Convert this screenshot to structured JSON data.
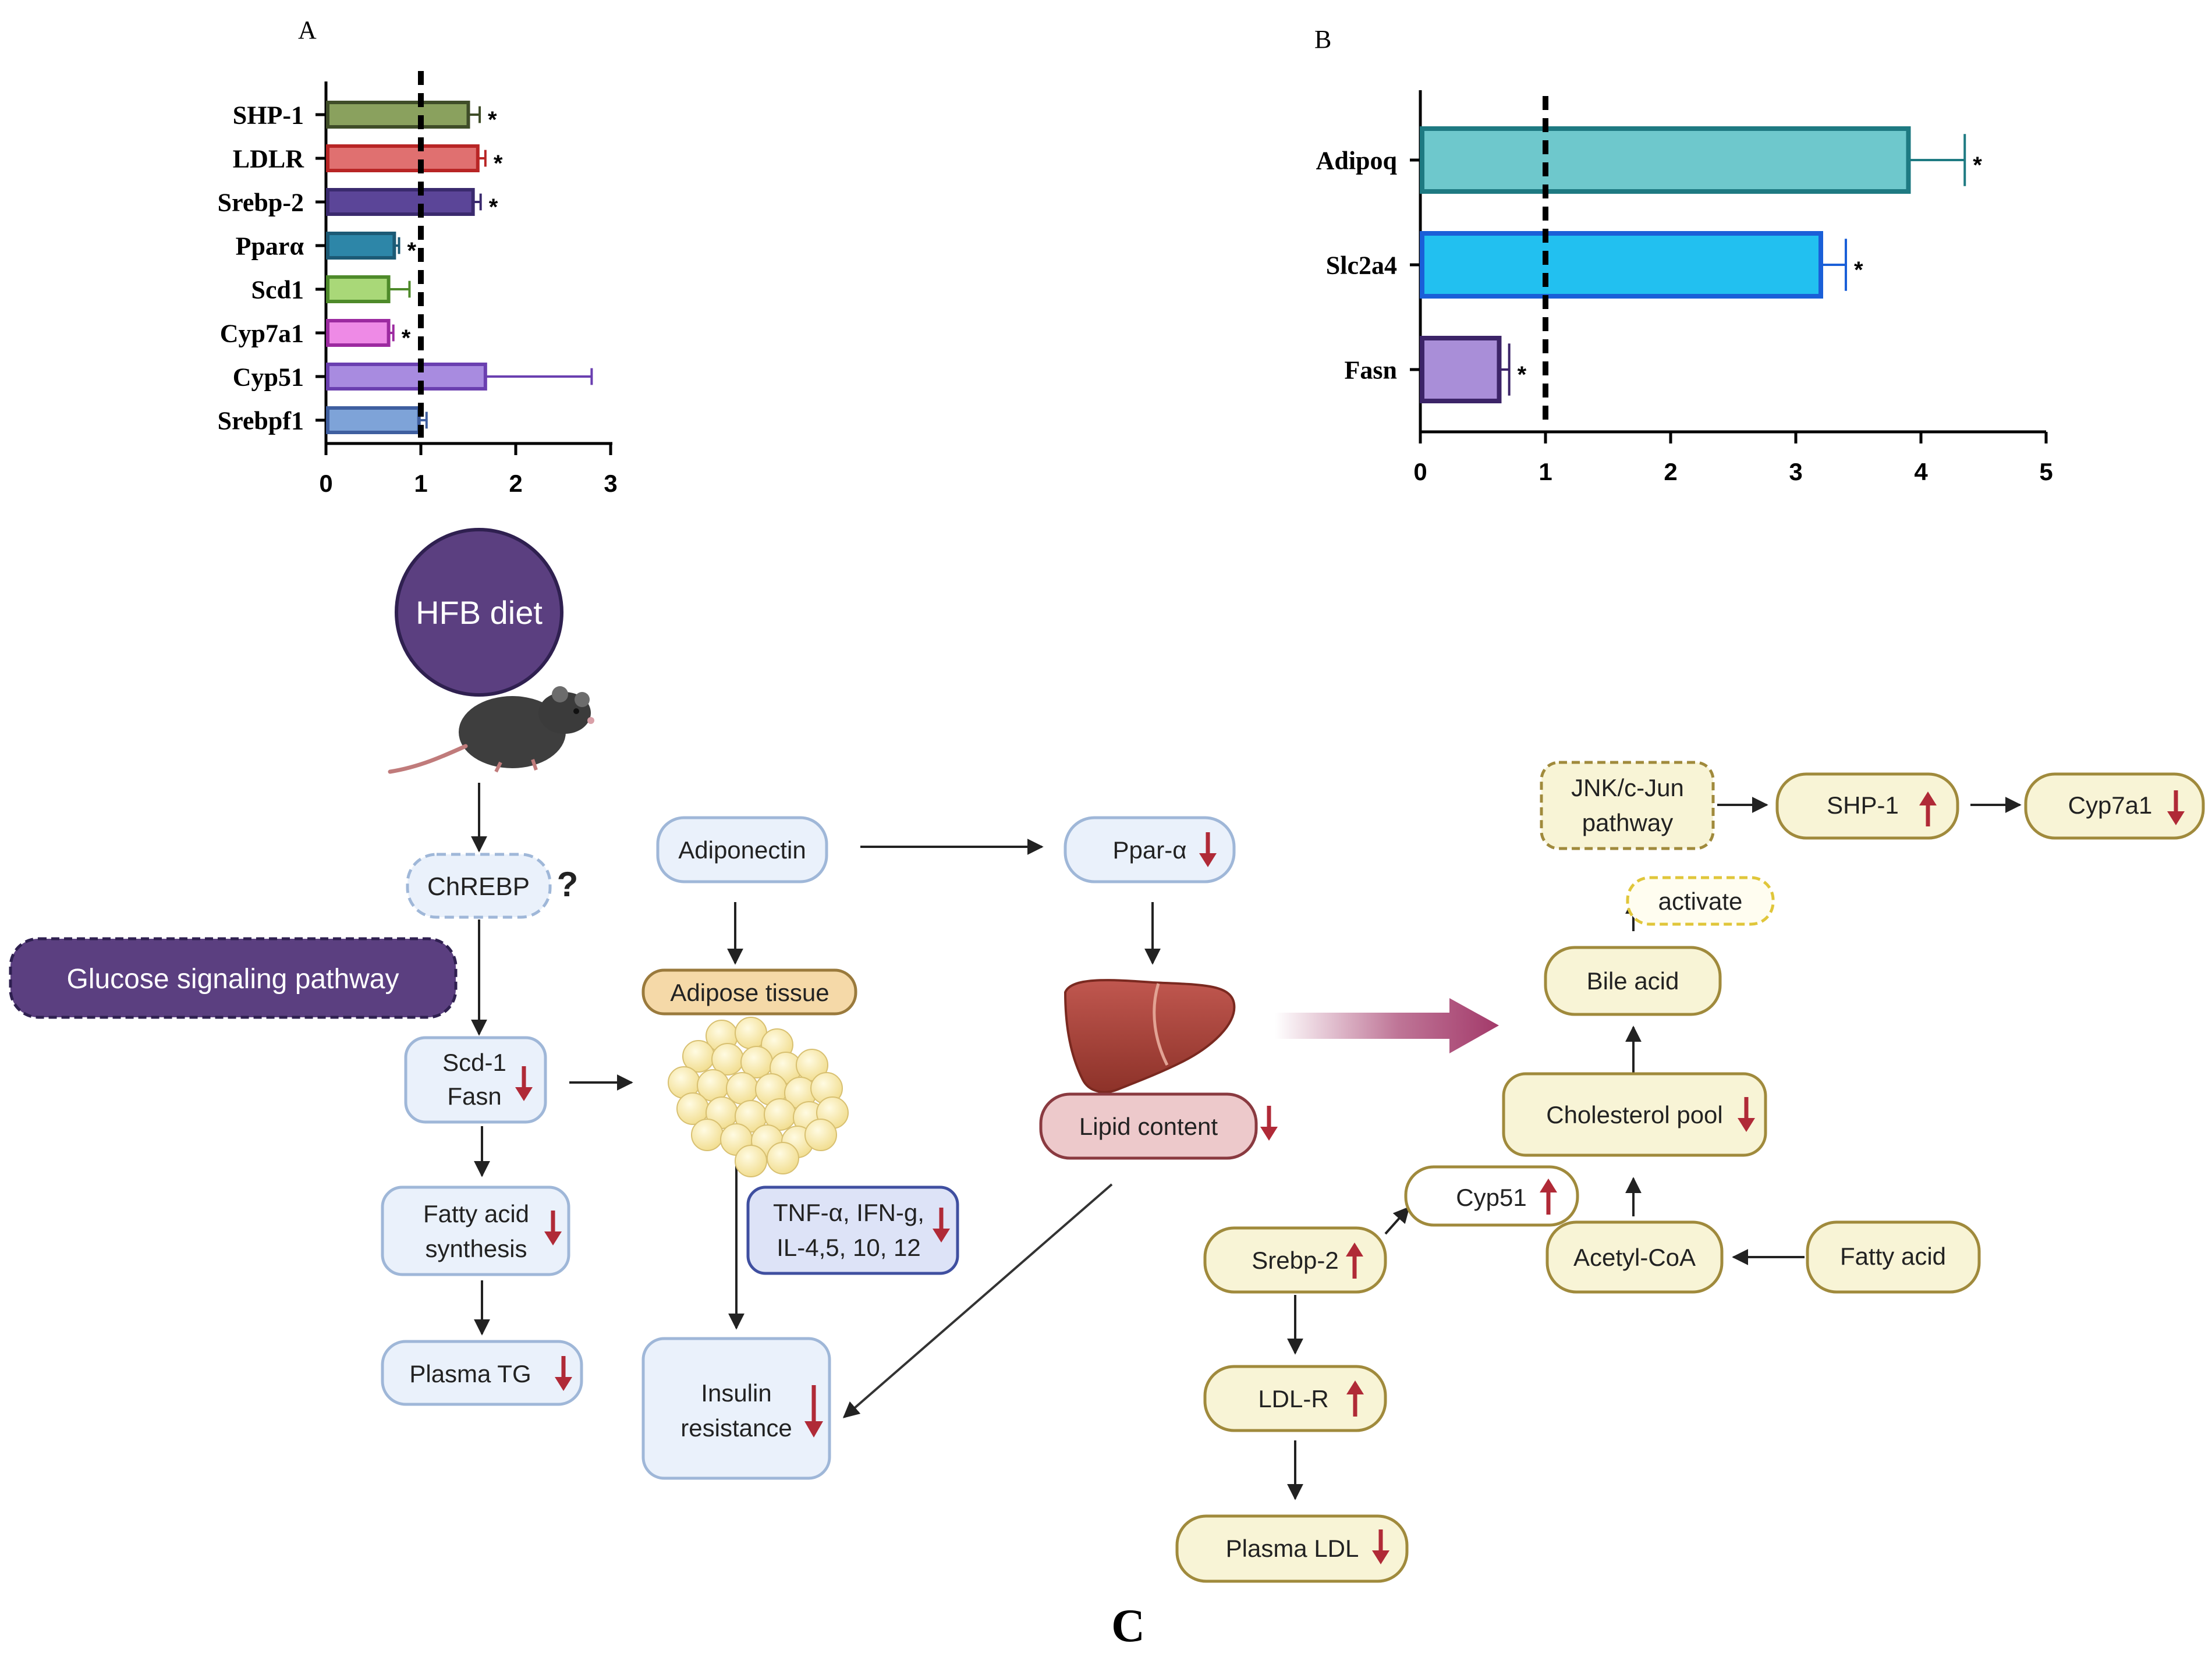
{
  "panel_a": {
    "letter": "A"
  },
  "panel_b": {
    "letter": "B"
  },
  "panel_c": {
    "letter": "C"
  },
  "significance_marker": "*",
  "chart_data": [
    {
      "type": "bar",
      "orientation": "horizontal",
      "panel": "A",
      "categories": [
        "SHP-1",
        "LDLR",
        "Srebp-2",
        "Pparα",
        "Scd1",
        "Cyp7a1",
        "Cyp51",
        "Srebpf1"
      ],
      "values": [
        1.5,
        1.6,
        1.55,
        0.72,
        0.66,
        0.66,
        1.68,
        0.98
      ],
      "errors": [
        0.12,
        0.08,
        0.08,
        0.05,
        0.22,
        0.05,
        1.12,
        0.08
      ],
      "significant": [
        true,
        true,
        true,
        true,
        false,
        true,
        false,
        false
      ],
      "fill_colors": [
        "#8aa15e",
        "#e07070",
        "#5b4598",
        "#2d86a8",
        "#a9d878",
        "#ee8ae6",
        "#a88be0",
        "#7ea3d8"
      ],
      "edge_colors": [
        "#3f4d28",
        "#b82525",
        "#3a2a6e",
        "#1c5a75",
        "#4e8a2a",
        "#9c2aa0",
        "#6a3fb0",
        "#3f5fa0"
      ],
      "xlim": [
        0,
        3
      ],
      "xticks": [
        "0",
        "1",
        "2",
        "3"
      ],
      "reference_line": 1,
      "xlabel": "",
      "ylabel": ""
    },
    {
      "type": "bar",
      "orientation": "horizontal",
      "panel": "B",
      "categories": [
        "Adipoq",
        "Slc2a4",
        "Fasn"
      ],
      "values": [
        3.9,
        3.2,
        0.63
      ],
      "errors": [
        0.45,
        0.2,
        0.08
      ],
      "significant": [
        true,
        true,
        true
      ],
      "fill_colors": [
        "#6ec8cc",
        "#22c0f0",
        "#a98ed8"
      ],
      "edge_colors": [
        "#1e7a82",
        "#1a5fd8",
        "#3c2468"
      ],
      "xlim": [
        0,
        5
      ],
      "xticks": [
        "0",
        "1",
        "2",
        "3",
        "4",
        "5"
      ],
      "reference_line": 1,
      "xlabel": "",
      "ylabel": ""
    }
  ],
  "diagram": {
    "hfb_diet": "HFB diet",
    "chrebp": "ChREBP",
    "question_mark": "?",
    "glucose_pathway": "Glucose signaling pathway",
    "scd1": "Scd-1",
    "fasn": "Fasn",
    "fatty_acid_synthesis_1": "Fatty acid",
    "fatty_acid_synthesis_2": "synthesis",
    "plasma_tg": "Plasma TG",
    "adiponectin": "Adiponectin",
    "adipose_tissue": "Adipose tissue",
    "cytokines_1": "TNF-α, IFN-g,",
    "cytokines_2": "IL-4,5, 10, 12",
    "insulin_1": "Insulin",
    "insulin_2": "resistance",
    "ppar_a": "Ppar-α",
    "lipid_content": "Lipid content",
    "jnk_1": "JNK/c-Jun",
    "jnk_2": "pathway",
    "shp1": "SHP-1",
    "cyp7a1": "Cyp7a1",
    "activate": "activate",
    "bile_acid": "Bile acid",
    "cholesterol_pool": "Cholesterol pool",
    "cyp51": "Cyp51",
    "srebp2": "Srebp-2",
    "acetyl_coa": "Acetyl-CoA",
    "fatty_acid": "Fatty acid",
    "ldlr": "LDL-R",
    "plasma_ldl": "Plasma LDL",
    "arrow_up_color": "#b02a37",
    "arrow_down_color": "#b02a37"
  }
}
